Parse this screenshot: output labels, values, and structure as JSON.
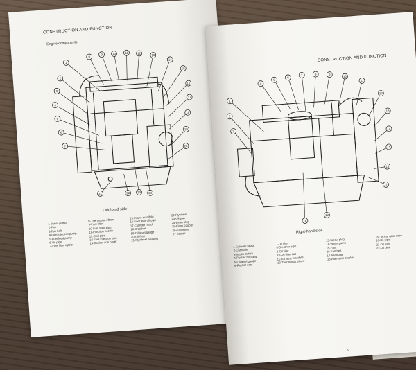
{
  "left_page": {
    "header": "CONSTRUCTION AND FUNCTION",
    "subheader": "Engine components",
    "caption": "Left-hand side",
    "callout_numbers": [
      "1",
      "2",
      "3",
      "4",
      "5",
      "6",
      "7",
      "8",
      "9",
      "10",
      "11",
      "12",
      "13",
      "14",
      "15",
      "16",
      "17",
      "18",
      "19",
      "20",
      "21",
      "22",
      "23",
      "24",
      "25",
      "26",
      "27"
    ],
    "legend_columns": [
      [
        "1-Water pump",
        "2-Fan",
        "3-Fan belt",
        "4-Fuel injection pump",
        "5-Fuel feed pump",
        "6-Oil pipe",
        "7-Fuel filter nipple"
      ],
      [
        "8-Thermostat elbow",
        "9-Fuel filter",
        "10-Fuel feed pipe",
        "11-Injection nozzle",
        "12-Spill pipe",
        "13-Fuel injection pipe",
        "14-Rocker arm cover"
      ],
      [
        "15-Intake manifold",
        "16-Fuel leak off pipe",
        "17-Cylinder head",
        "18-Breather",
        "19-Oil level gauge",
        "20-Oil filter",
        "21-Flywheel housing"
      ],
      [
        "22-Flywheel",
        "23-Oil pan",
        "24-Drain plug",
        "25-Flank coupler",
        "26-Governor",
        "27-Starter"
      ]
    ]
  },
  "right_page": {
    "header": "CONSTRUCTION AND FUNCTION",
    "caption": "Right-hand side",
    "callout_numbers": [
      "1",
      "2",
      "3",
      "4",
      "5",
      "6",
      "7",
      "8",
      "9",
      "10",
      "11",
      "12",
      "13",
      "14",
      "15",
      "16",
      "17",
      "18",
      "19",
      "20",
      "21",
      "22"
    ],
    "legend_columns": [
      [
        "1-Cylinder head",
        "2-Camdale",
        "3-Intake switch",
        "4-Pusher housing",
        "5-Oil level gauge",
        "6-Rocker see"
      ],
      [
        "7-Oil filter",
        "8-Breather pipe",
        "9-Oil filler",
        "10-Oil filter cap",
        "11-Exhaust manifold",
        "12-Thermostat elbow"
      ],
      [
        "13-Screw plug",
        "14-Water pump",
        "15-Fan",
        "16-Fan belt",
        "17-Alternator",
        "18-Alternator bracket"
      ],
      [
        "19-Timing gear case",
        "20-Oil pipe",
        "21-Oil pan",
        "22-Oil pipe"
      ]
    ],
    "page_number": "9"
  },
  "colors": {
    "ink": "#1e1e1e",
    "paper": "#f4f3ef",
    "table": "#5b4a3c"
  }
}
